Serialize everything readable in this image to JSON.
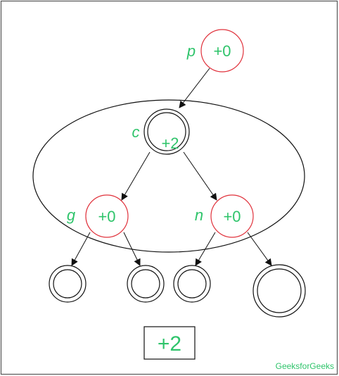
{
  "colors": {
    "label": "#2fc46b",
    "balanced_node": "#e0313b",
    "stroke": "#111111"
  },
  "nodes": {
    "p": {
      "name": "p",
      "balance": "+0"
    },
    "c": {
      "name": "c",
      "balance": "+2"
    },
    "g": {
      "name": "g",
      "balance": "+0"
    },
    "n": {
      "name": "n",
      "balance": "+0"
    }
  },
  "result_box": {
    "value": "+2"
  },
  "watermark": "GeeksforGeeks"
}
